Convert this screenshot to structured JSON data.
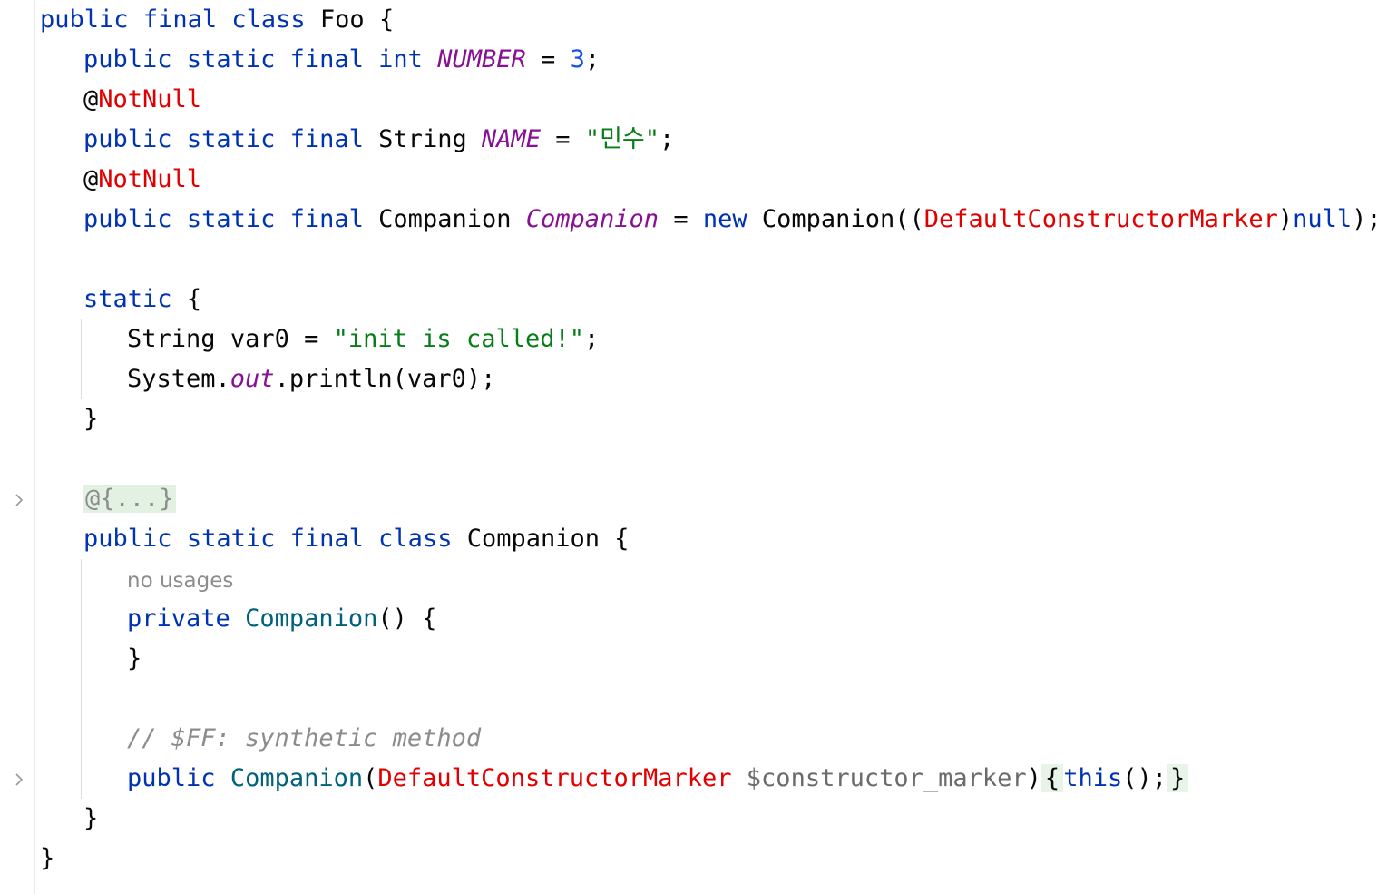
{
  "editor": {
    "lines": {
      "l1": {
        "kw1": "public",
        "kw2": "final",
        "kw3": "class",
        "name": "Foo",
        "brace": "{"
      },
      "l2": {
        "kw1": "public",
        "kw2": "static",
        "kw3": "final",
        "type": "int",
        "field": "NUMBER",
        "eq": "=",
        "num": "3",
        "semi": ";"
      },
      "l3": {
        "at": "@",
        "ann": "NotNull"
      },
      "l4": {
        "kw1": "public",
        "kw2": "static",
        "kw3": "final",
        "type": "String",
        "field": "NAME",
        "eq": "=",
        "str": "\"민수\"",
        "semi": ";"
      },
      "l5": {
        "at": "@",
        "ann": "NotNull"
      },
      "l6": {
        "kw1": "public",
        "kw2": "static",
        "kw3": "final",
        "type": "Companion",
        "field": "Companion",
        "eq": "=",
        "new": "new",
        "ctor": "Companion((",
        "cast": "DefaultConstructorMarker",
        "close": ")",
        "nul": "null",
        "end": ");"
      },
      "l8": {
        "kw": "static",
        "brace": "{"
      },
      "l9": {
        "type": "String",
        "var": "var0",
        "eq": "=",
        "str": "\"init is called!\"",
        "semi": ";"
      },
      "l10": {
        "cls": "System.",
        "fld": "out",
        "call": ".println(var0);"
      },
      "l11": {
        "brace": "}"
      },
      "l13": {
        "folded": "@{...}"
      },
      "l14": {
        "kw1": "public",
        "kw2": "static",
        "kw3": "final",
        "kw4": "class",
        "name": "Companion",
        "brace": "{"
      },
      "hint": "no usages",
      "l15": {
        "kw": "private",
        "fn": "Companion",
        "rest": "() {"
      },
      "l16": {
        "brace": "}"
      },
      "l18": {
        "comment": "// $FF: synthetic method"
      },
      "l19": {
        "kw": "public",
        "fn": "Companion",
        "paren": "(",
        "ptype": "DefaultConstructorMarker",
        "pname": "$constructor_marker",
        "cparen": ")",
        "ob": "{",
        "this": "this",
        "call": "();",
        "cb": "}"
      },
      "l20": {
        "brace": "}"
      },
      "l21": {
        "brace": "}"
      }
    }
  }
}
